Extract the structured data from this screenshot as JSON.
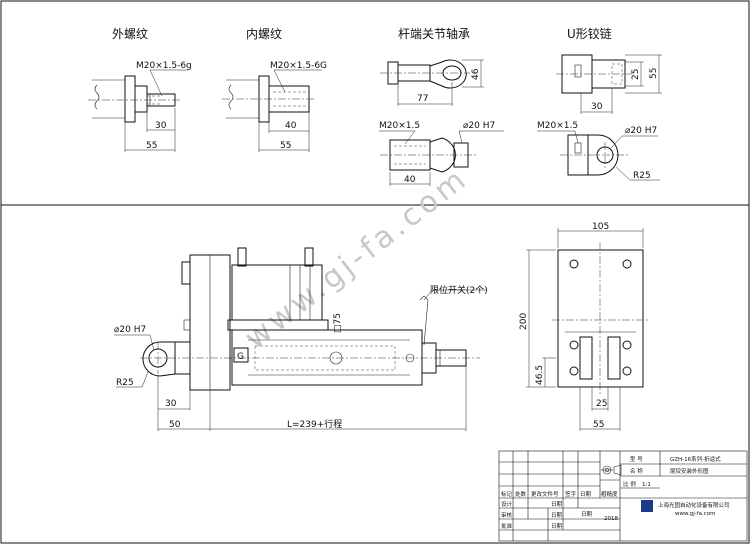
{
  "views": {
    "external_thread": {
      "title": "外螺纹",
      "thread": "M20×1.5-6g",
      "dim_a": "30",
      "dim_b": "55"
    },
    "internal_thread": {
      "title": "内螺纹",
      "thread": "M20×1.5-6G",
      "dim_a": "40",
      "dim_b": "55"
    },
    "rod_end_bearing": {
      "title": "杆端关节轴承",
      "dim_width": "77",
      "dim_height": "46",
      "thread": "M20×1.5",
      "bore": "⌀20 H7",
      "dim_thread": "40"
    },
    "u_clevis": {
      "title": "U形铰链",
      "dim_inner": "25",
      "dim_outer": "55",
      "dim_width": "30",
      "thread": "M20×1.5",
      "bore": "⌀20 H7",
      "radius": "R25"
    }
  },
  "main_view": {
    "bore": "⌀20 H7",
    "radius": "R25",
    "dim_30": "30",
    "dim_50": "50",
    "length": "L=239+行程",
    "square": "□75",
    "limit_switch": "限位开关(2个)",
    "logo_mark": "G"
  },
  "side_view": {
    "dim_105": "105",
    "dim_200": "200",
    "dim_46_5": "46.5",
    "dim_25": "25",
    "dim_55": "55"
  },
  "title_block": {
    "model_label": "型 号",
    "model_value": "GZH-16系列-折返式",
    "name_label": "名 称",
    "name_value": "尾铰安装外形图",
    "scale_label": "比 例",
    "scale_value": "1:1",
    "headers": [
      "标记",
      "处数",
      "更改文件号",
      "签字",
      "日期",
      "粗糙度"
    ],
    "rows": [
      "设计",
      "审核",
      "批准"
    ],
    "date_label": "日期",
    "year": "2018",
    "company": "上海光固自动化设备有限公司",
    "website": "www.gj-fa.com"
  },
  "watermark": "www.gj-fa.com"
}
